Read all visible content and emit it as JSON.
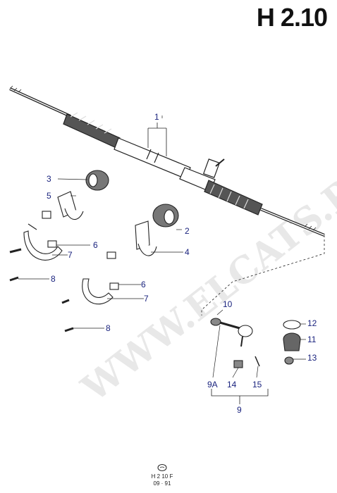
{
  "page_code": "H 2.10",
  "watermark": "WWW.ELCATS.RU",
  "callouts": {
    "c1": "1",
    "c2": "2",
    "c3": "3",
    "c4": "4",
    "c5": "5",
    "c6a": "6",
    "c6b": "6",
    "c7a": "7",
    "c7b": "7",
    "c8a": "8",
    "c8b": "8",
    "c9": "9",
    "c9a": "9A",
    "c10": "10",
    "c11": "11",
    "c12": "12",
    "c13": "13",
    "c14": "14",
    "c15": "15"
  },
  "footer": {
    "logo": "Ford oval logo",
    "code": "H 2 10 F",
    "date": "09 · 91"
  }
}
